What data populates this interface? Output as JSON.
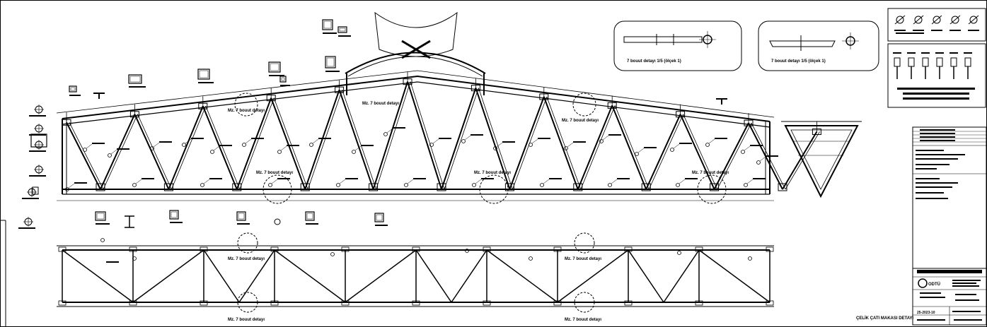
{
  "drawing": {
    "truss_upper": {
      "detail_labels": [
        "Mz. 7 bouut detayı",
        "Mz. 7 bouut detayı",
        "Mz. 7 bouut detayı"
      ],
      "bottom_detail_labels": [
        "Mz. 7 bouut detayı",
        "Mz. 7 bouut detayı",
        "Mz. 7 bouut detayı"
      ]
    },
    "truss_lower": {
      "detail_labels": [
        "Mz. 7 bouut detayı",
        "Mz. 7 bouut detayı",
        "Mz. 7 bouut detayı",
        "Mz. 7 bouut detayı"
      ]
    },
    "details": [
      {
        "label": "7 bouut detayı 1/5  (ölçek 1)"
      },
      {
        "label": "7 bouut detayı 1/5  (ölçek 1)"
      }
    ],
    "sheet_caption": "ÇELİK ÇATI MAKASI DETAYI",
    "title_block": {
      "drawing_no": "25-2023-10",
      "logo_text": "ODTÜ"
    }
  },
  "colors": {
    "ink": "#000000",
    "paper": "#ffffff"
  }
}
